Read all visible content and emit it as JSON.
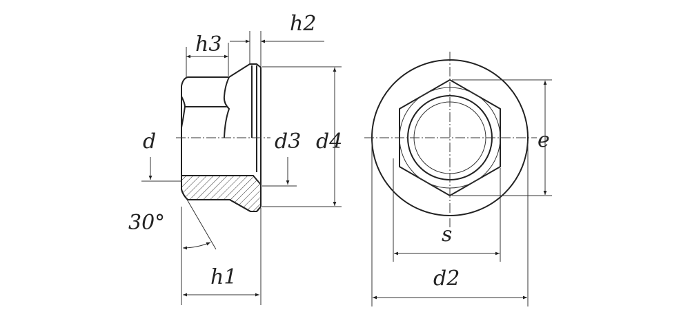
{
  "title": "Flange nut dimension drawing",
  "labels": {
    "h3": "h3",
    "h2": "h2",
    "d": "d",
    "d3": "d3",
    "d4": "d4",
    "angle": "30°",
    "h1": "h1",
    "e": "e",
    "s": "s",
    "d2": "d2"
  },
  "colors": {
    "line": "#222222",
    "background": "#ffffff"
  }
}
